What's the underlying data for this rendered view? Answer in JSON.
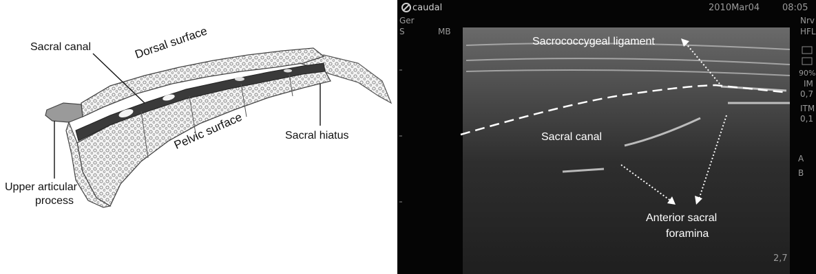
{
  "anatomy": {
    "labels": {
      "sacral_canal": "Sacral canal",
      "dorsal_surface": "Dorsal surface",
      "pelvic_surface": "Pelvic surface",
      "sacral_hiatus": "Sacral hiatus",
      "upper_articular_line1": "Upper articular",
      "upper_articular_line2": "process"
    }
  },
  "ultrasound": {
    "header": {
      "logo_text": "caudal",
      "date": "2010Mar04",
      "time": "08:05"
    },
    "left_indicators": [
      "Ger",
      "S"
    ],
    "mb_label": "MB",
    "right_indicators": [
      "Nrv",
      "HFL",
      "90%",
      "IM",
      "0,7",
      "ITM",
      "0,1",
      "A",
      "B"
    ],
    "depth": "2,7",
    "labels": {
      "sacrococcygeal_ligament": "Sacrococcygeal ligament",
      "sacral_canal": "Sacral canal",
      "anterior_foramina_line1": "Anterior sacral",
      "anterior_foramina_line2": "foramina"
    }
  }
}
